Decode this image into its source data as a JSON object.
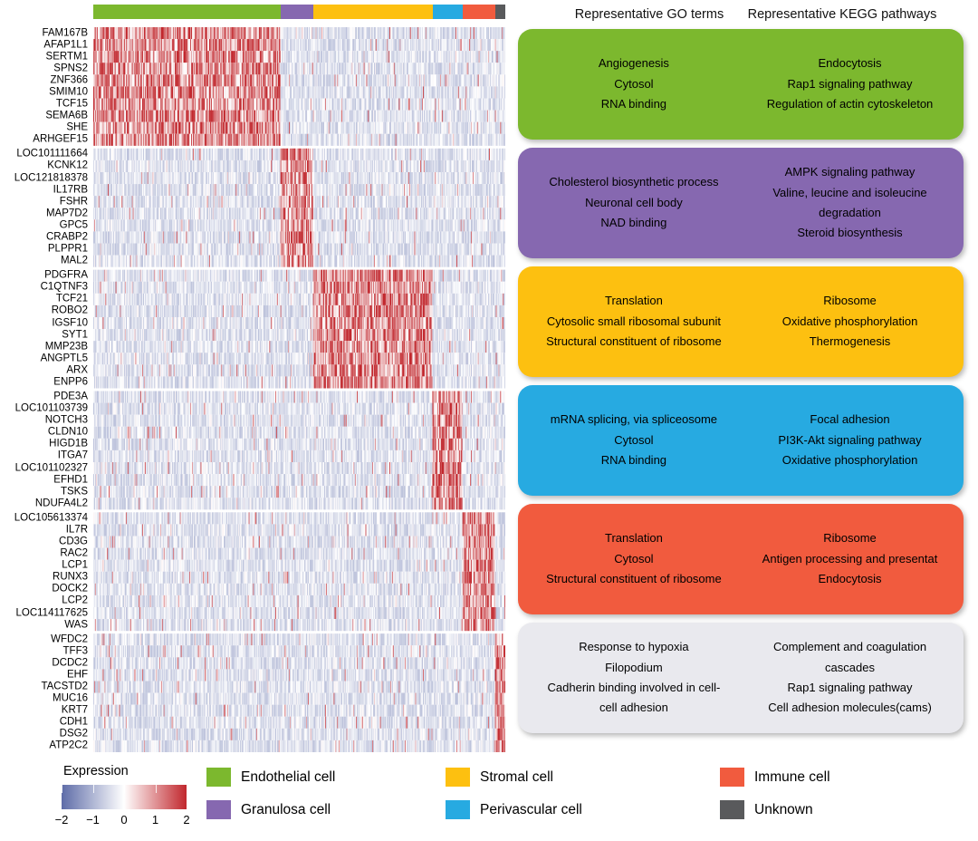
{
  "panel": {
    "go_header": "Representative GO terms",
    "kegg_header": "Representative KEGG pathways"
  },
  "legend": {
    "expression_label": "Expression",
    "colorbar_ticks": [
      "−2",
      "−1",
      "0",
      "1",
      "2"
    ],
    "cell_types": [
      {
        "label": "Endothelial cell",
        "color": "#7cb82e"
      },
      {
        "label": "Granulosa cell",
        "color": "#8668b0"
      },
      {
        "label": "Stromal cell",
        "color": "#fdc010"
      },
      {
        "label": "Perivascular cell",
        "color": "#27aae1"
      },
      {
        "label": "Immune cell",
        "color": "#f15b3e"
      },
      {
        "label": "Unknown",
        "color": "#595a5c"
      }
    ]
  },
  "chart_data": {
    "type": "heatmap",
    "rows": 60,
    "expression_scale": {
      "label": "Expression",
      "min": -2,
      "max": 2,
      "ticks": [
        -2,
        -1,
        0,
        1,
        2
      ],
      "low_color": "#5e6ca8",
      "mid_color": "#ffffff",
      "high_color": "#c1272d"
    },
    "groups": [
      {
        "cell_type": "Endothelial cell",
        "annotation_color": "#7cb82e",
        "box_color": "#7cb82e",
        "column_fraction": 0.455,
        "genes": [
          "FAM167B",
          "AFAP1L1",
          "SERTM1",
          "SPNS2",
          "ZNF366",
          "SMIM10",
          "TCF15",
          "SEMA6B",
          "SHE",
          "ARHGEF15"
        ],
        "go_terms": [
          "Angiogenesis",
          "Cytosol",
          "RNA binding"
        ],
        "kegg_pathways": [
          "Endocytosis",
          "Rap1 signaling pathway",
          "Regulation of actin cytoskeleton"
        ]
      },
      {
        "cell_type": "Granulosa cell",
        "annotation_color": "#8668b0",
        "box_color": "#8668b0",
        "column_fraction": 0.079,
        "genes": [
          "LOC101111664",
          "KCNK12",
          "LOC121818378",
          "IL17RB",
          "FSHR",
          "MAP7D2",
          "GPC5",
          "CRABP2",
          "PLPPR1",
          "MAL2"
        ],
        "go_terms": [
          "Cholesterol biosynthetic process",
          "Neuronal cell body",
          "NAD binding"
        ],
        "kegg_pathways": [
          "AMPK signaling pathway",
          "Valine, leucine and isoleucine degradation",
          "Steroid biosynthesis"
        ]
      },
      {
        "cell_type": "Stromal cell",
        "annotation_color": "#fdc010",
        "box_color": "#fdc010",
        "column_fraction": 0.29,
        "genes": [
          "PDGFRA",
          "C1QTNF3",
          "TCF21",
          "ROBO2",
          "IGSF10",
          "SYT1",
          "MMP23B",
          "ANGPTL5",
          "ARX",
          "ENPP6"
        ],
        "go_terms": [
          "Translation",
          "Cytosolic small ribosomal subunit",
          "Structural constituent of ribosome"
        ],
        "kegg_pathways": [
          "Ribosome",
          "Oxidative phosphorylation",
          "Thermogenesis"
        ]
      },
      {
        "cell_type": "Perivascular cell",
        "annotation_color": "#27aae1",
        "box_color": "#27aae1",
        "column_fraction": 0.073,
        "genes": [
          "PDE3A",
          "LOC101103739",
          "NOTCH3",
          "CLDN10",
          "HIGD1B",
          "ITGA7",
          "LOC101102327",
          "EFHD1",
          "TSKS",
          "NDUFA4L2"
        ],
        "go_terms": [
          "mRNA splicing, via spliceosome",
          "Cytosol",
          "RNA binding"
        ],
        "kegg_pathways": [
          "Focal adhesion",
          "PI3K-Akt signaling pathway",
          "Oxidative phosphorylation"
        ]
      },
      {
        "cell_type": "Immune cell",
        "annotation_color": "#f15b3e",
        "box_color": "#f15b3e",
        "column_fraction": 0.079,
        "genes": [
          "LOC105613374",
          "IL7R",
          "CD3G",
          "RAC2",
          "LCP1",
          "RUNX3",
          "DOCK2",
          "LCP2",
          "LOC114117625",
          "WAS"
        ],
        "go_terms": [
          "Translation",
          "Cytosol",
          "Structural constituent of ribosome"
        ],
        "kegg_pathways": [
          "Ribosome",
          "Antigen processing and presentat",
          "Endocytosis"
        ]
      },
      {
        "cell_type": "Unknown",
        "annotation_color": "#595a5c",
        "box_color": "#e9e9ee",
        "column_fraction": 0.024,
        "genes": [
          "WFDC2",
          "TFF3",
          "DCDC2",
          "EHF",
          "TACSTD2",
          "MUC16",
          "KRT7",
          "CDH1",
          "DSG2",
          "ATP2C2"
        ],
        "go_terms": [
          "Response to hypoxia",
          "Filopodium",
          "Cadherin binding involved in cell-cell adhesion"
        ],
        "kegg_pathways": [
          "Complement and coagulation cascades",
          "Rap1 signaling pathway",
          "Cell adhesion molecules(cams)"
        ]
      }
    ]
  }
}
